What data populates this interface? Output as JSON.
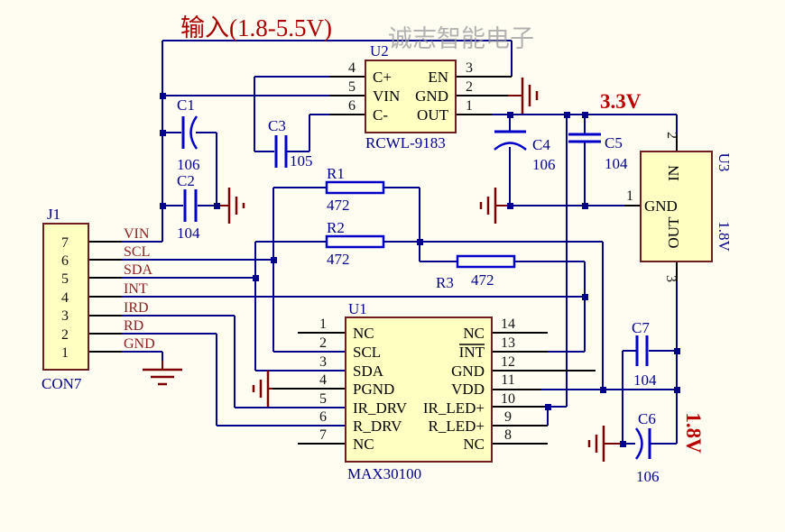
{
  "title": "输入(1.8-5.5V)",
  "watermark": "诚志智能电子",
  "power": {
    "rail33": "3.3V",
    "rail18": "1.8V"
  },
  "connector": {
    "designator": "J1",
    "value": "CON7",
    "pin_numbers": [
      "7",
      "6",
      "5",
      "4",
      "3",
      "2",
      "1"
    ],
    "net_labels": [
      "VIN",
      "SCL",
      "SDA",
      "INT",
      "IRD",
      "RD",
      "GND"
    ]
  },
  "u2": {
    "designator": "U2",
    "value": "RCWL-9183",
    "left_pins": [
      {
        "num": "4",
        "name": "C+"
      },
      {
        "num": "5",
        "name": "VIN"
      },
      {
        "num": "6",
        "name": "C-"
      }
    ],
    "right_pins": [
      {
        "num": "3",
        "name": "EN"
      },
      {
        "num": "2",
        "name": "GND"
      },
      {
        "num": "1",
        "name": "OUT"
      }
    ]
  },
  "u1": {
    "designator": "U1",
    "value": "MAX30100",
    "left_pins": [
      {
        "num": "1",
        "name": "NC"
      },
      {
        "num": "2",
        "name": "SCL"
      },
      {
        "num": "3",
        "name": "SDA"
      },
      {
        "num": "4",
        "name": "PGND"
      },
      {
        "num": "5",
        "name": "IR_DRV"
      },
      {
        "num": "6",
        "name": "R_DRV"
      },
      {
        "num": "7",
        "name": "NC"
      }
    ],
    "right_pins": [
      {
        "num": "14",
        "name": "NC"
      },
      {
        "num": "13",
        "name": "INT"
      },
      {
        "num": "12",
        "name": "GND"
      },
      {
        "num": "11",
        "name": "VDD"
      },
      {
        "num": "10",
        "name": "IR_LED+"
      },
      {
        "num": "9",
        "name": "R_LED+"
      },
      {
        "num": "8",
        "name": "NC"
      }
    ]
  },
  "u3": {
    "designator": "U3",
    "value": "1.8V",
    "pin_in": {
      "num": "2",
      "name": "IN"
    },
    "pin_gnd": {
      "num": "1",
      "name": "GND"
    },
    "pin_out": {
      "num": "3",
      "name": "OUT"
    }
  },
  "resistors": [
    {
      "designator": "R1",
      "value": "472"
    },
    {
      "designator": "R2",
      "value": "472"
    },
    {
      "designator": "R3",
      "value": "472"
    }
  ],
  "capacitors": [
    {
      "designator": "C1",
      "value": "106"
    },
    {
      "designator": "C2",
      "value": "104"
    },
    {
      "designator": "C3",
      "value": "105"
    },
    {
      "designator": "C4",
      "value": "106"
    },
    {
      "designator": "C5",
      "value": "104"
    },
    {
      "designator": "C6",
      "value": "106"
    },
    {
      "designator": "C7",
      "value": "104"
    }
  ]
}
